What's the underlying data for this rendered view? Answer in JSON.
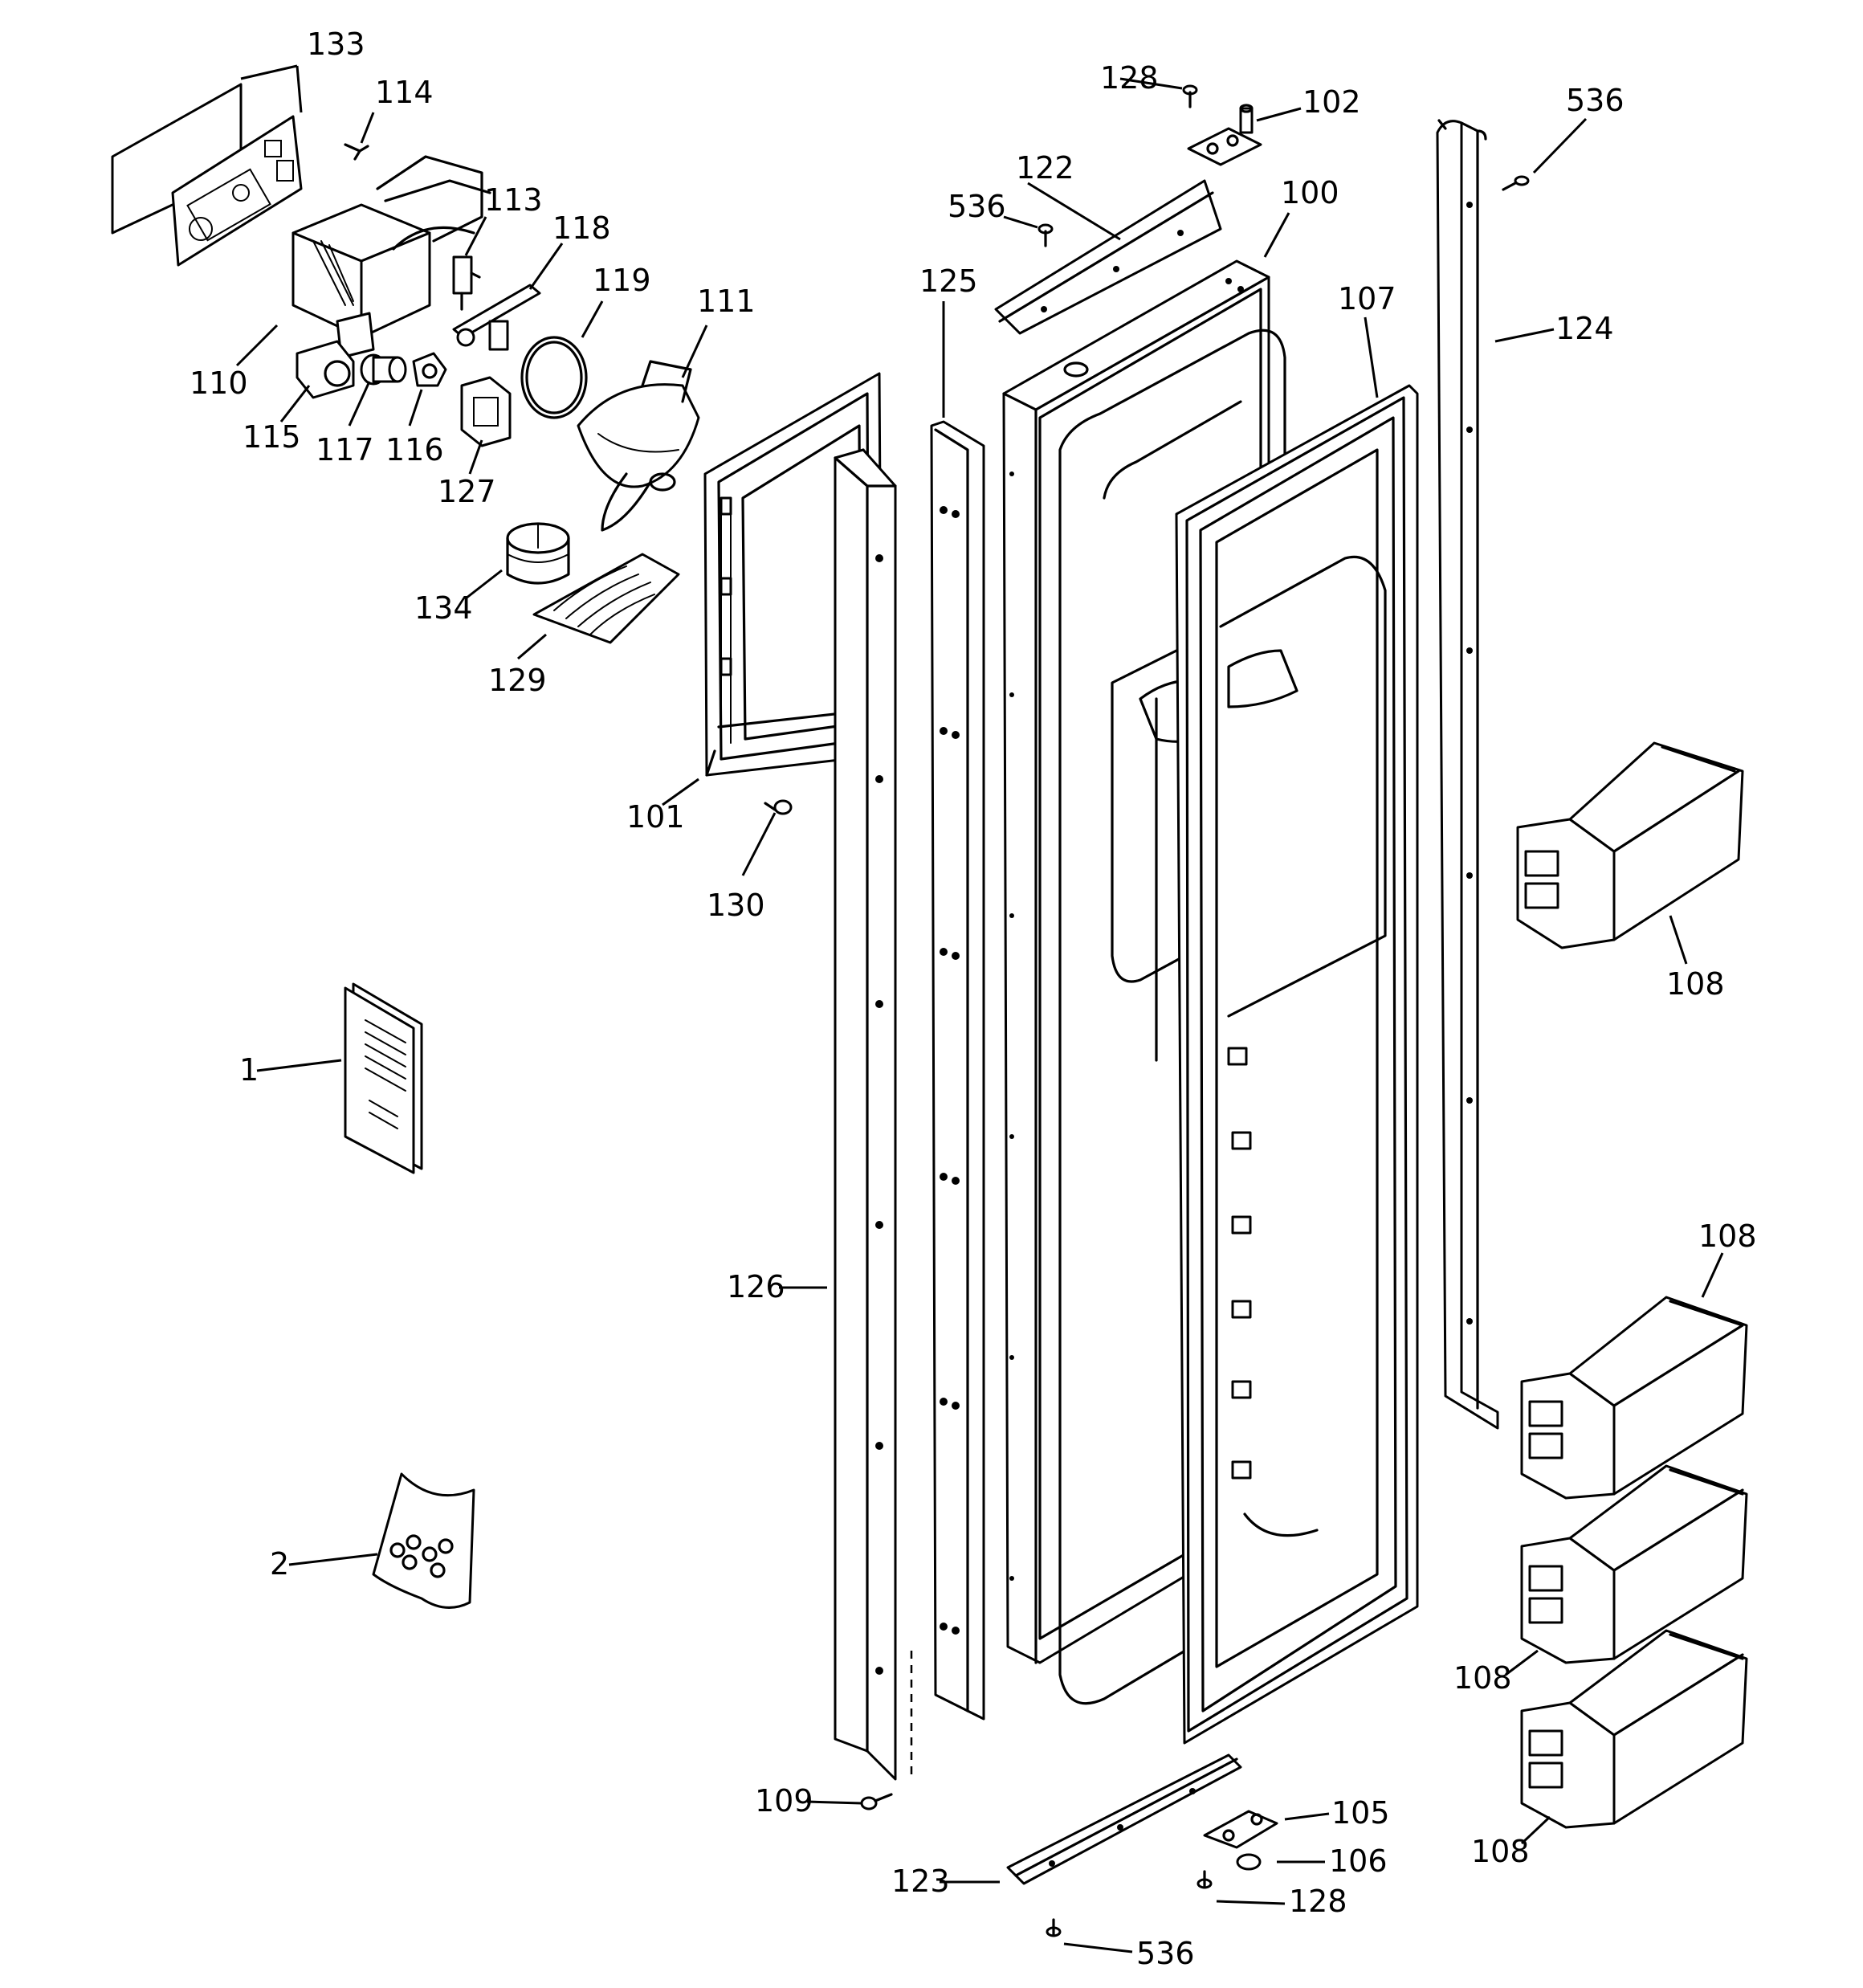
{
  "labels": {
    "l1": "1",
    "l2": "2",
    "l100": "100",
    "l101": "101",
    "l102": "102",
    "l105": "105",
    "l106": "106",
    "l107": "107",
    "l108a": "108",
    "l108b": "108",
    "l108c": "108",
    "l108d": "108",
    "l109": "109",
    "l110": "110",
    "l111": "111",
    "l113": "113",
    "l114": "114",
    "l115": "115",
    "l116": "116",
    "l117": "117",
    "l118": "118",
    "l119": "119",
    "l122": "122",
    "l123": "123",
    "l124": "124",
    "l125": "125",
    "l126": "126",
    "l127": "127",
    "l128a": "128",
    "l128b": "128",
    "l129": "129",
    "l130": "130",
    "l133": "133",
    "l134": "134",
    "l536a": "536",
    "l536b": "536",
    "l536c": "536"
  }
}
